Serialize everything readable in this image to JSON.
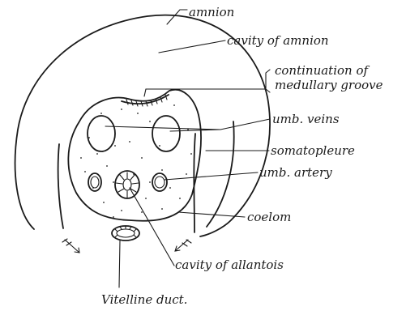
{
  "labels": {
    "amnion": "amnion",
    "cavity_of_amnion": "cavity of amnion",
    "medullary_line1": "continuation of",
    "medullary_line2": "medullary groove",
    "umb_veins": "umb. veins",
    "somatopleure": "somatopleure",
    "umb_artery": "umb. artery",
    "coelom": "coelom",
    "cavity_of_allantois": "cavity of allantois",
    "vitelline_duct": "Vitelline duct."
  },
  "colors": {
    "ink": "#1a1a1a",
    "background": "#ffffff"
  }
}
